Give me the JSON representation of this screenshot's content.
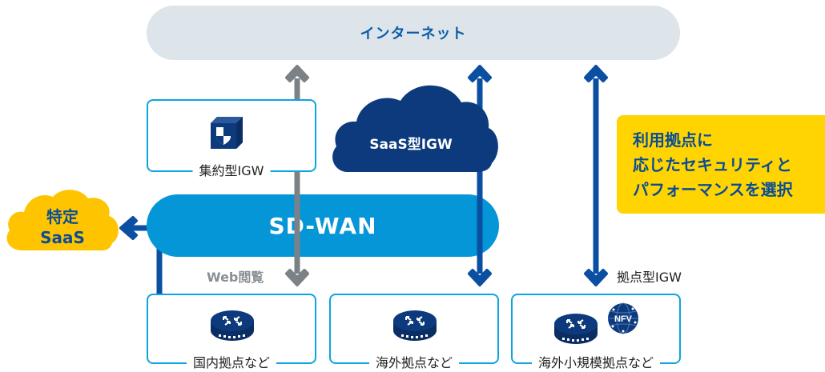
{
  "internet_label": "インターネット",
  "sdwan_label": "SD-WAN",
  "saas_igw_label": "SaaS型IGW",
  "central_igw_label": "集約型IGW",
  "specific_saas": {
    "line1": "特定",
    "line2": "SaaS"
  },
  "web_browsing_label": "Web閲覧",
  "site_igw_label": "拠点型IGW",
  "note_lines": [
    "利用拠点に",
    "応じたセキュリティと",
    "パフォーマンスを選択"
  ],
  "sites": [
    "国内拠点など",
    "海外拠点など",
    "海外小規模拠点など"
  ],
  "nfv_label": "NFV",
  "icons": [
    "shield-cube-icon",
    "router-icon",
    "nfv-globe-icon",
    "cloud-icon"
  ],
  "colors": {
    "navy": "#0c3a7c",
    "blue": "#0a5da8",
    "sdwan": "#0596d8",
    "internet_bg": "#dde5ea",
    "box_border": "#0fa3df",
    "note_bg": "#ffd400",
    "saas_cloud": "#ffc400",
    "grey_arrow": "#7b8287"
  }
}
